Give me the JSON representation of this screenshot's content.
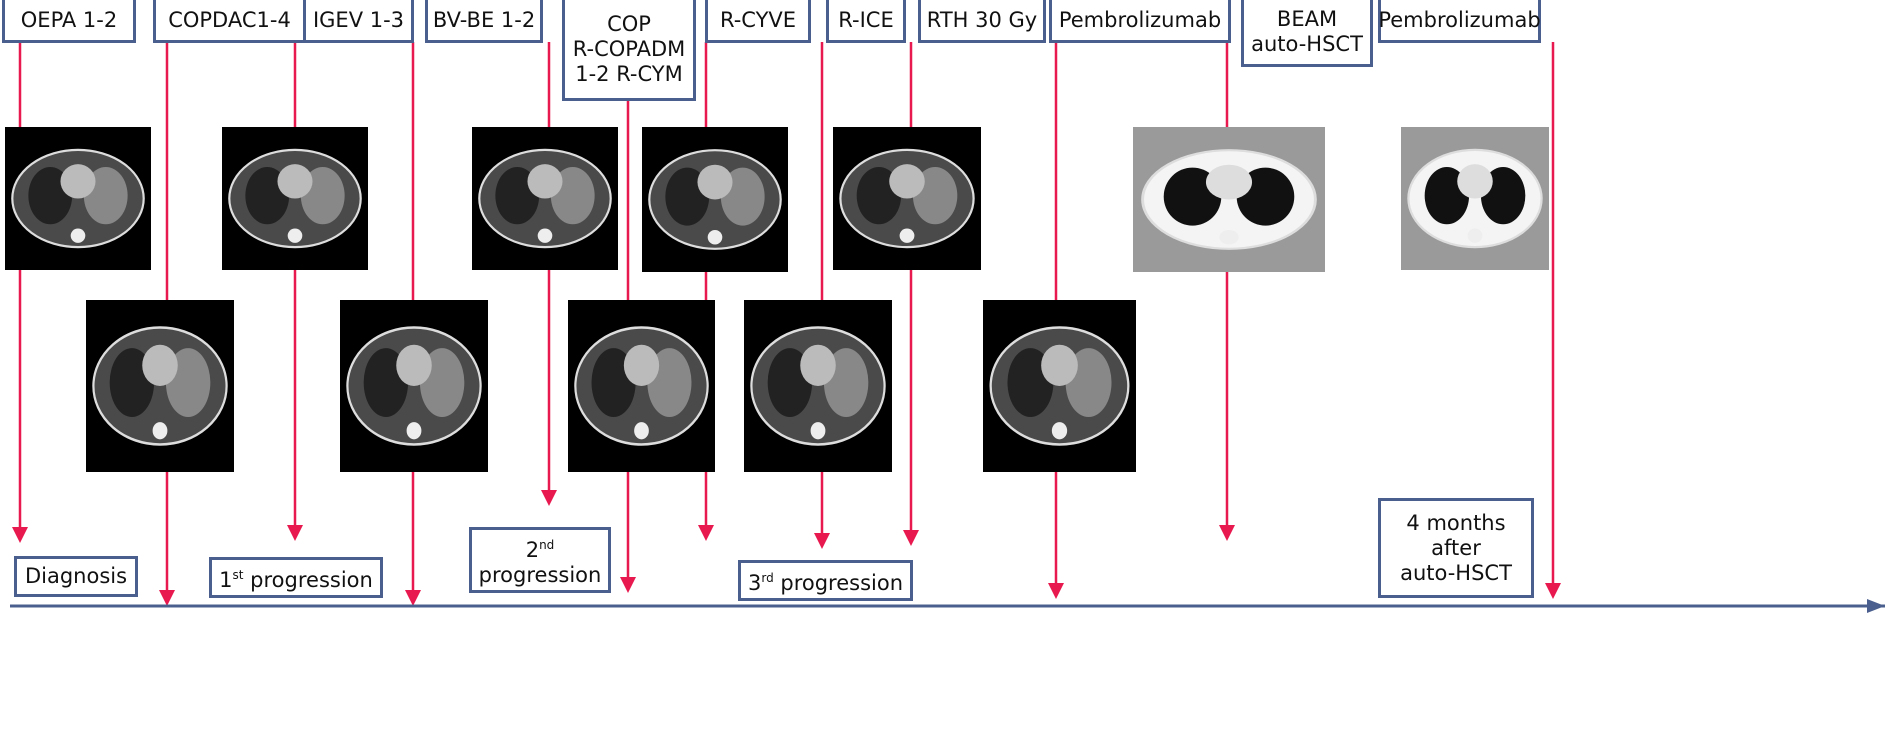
{
  "treatments": [
    "OEPA 1-2",
    "COPDAC1-4",
    "IGEV 1-3",
    "BV-BE 1-2",
    "COP",
    "R-COPADM",
    "1-2 R-CYM",
    "R-CYVE",
    "R-ICE",
    "RTH 30 Gy",
    "Pembrolizumab",
    "BEAM",
    "auto-HSCT",
    "Pembrolizumab"
  ],
  "milestones": {
    "diagnosis": "Diagnosis",
    "p1_num": "1",
    "p1_sup": "st",
    "p1_text": " progression",
    "p2_num": "2",
    "p2_sup": "nd",
    "p2_text": "progression",
    "p3_num": "3",
    "p3_sup": "rd",
    "p3_text": " progression",
    "after": [
      "4 months",
      "after",
      "auto-HSCT"
    ]
  },
  "colors": {
    "arrow": "#e8194f",
    "box": "#4b5f8e",
    "timeline": "#4b5f8e"
  }
}
